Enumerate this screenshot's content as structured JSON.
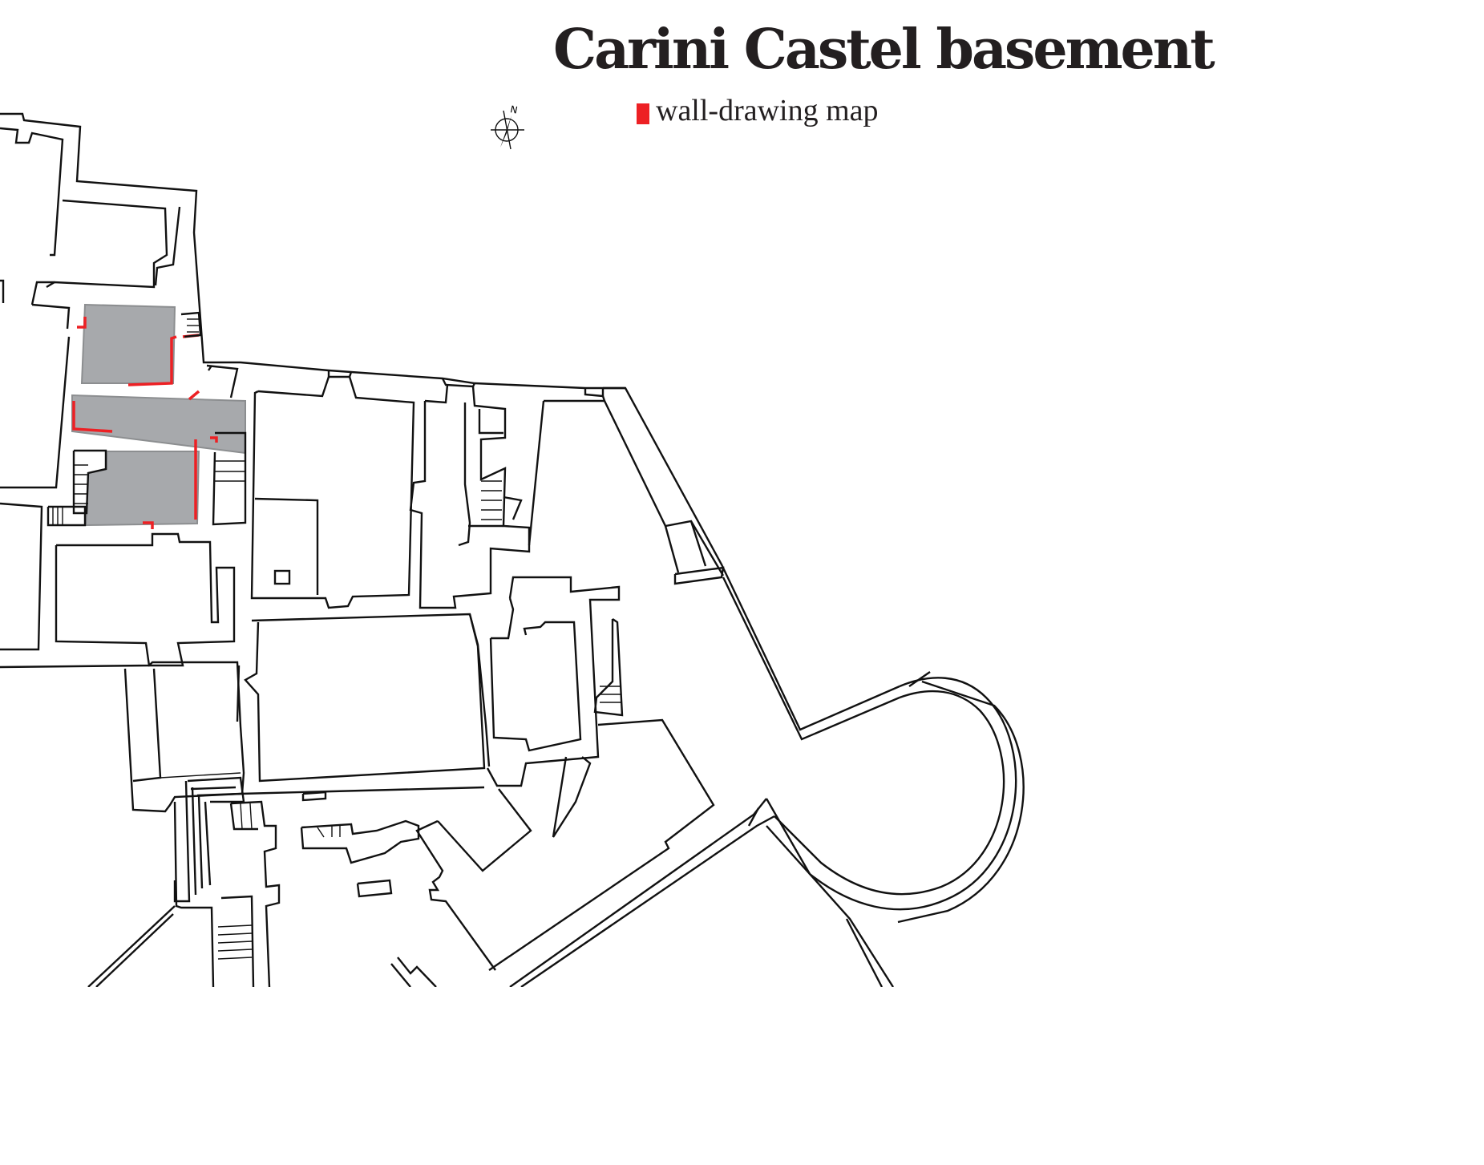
{
  "title": "Carini Castel basement",
  "legend": {
    "label": "wall-drawing map",
    "color": "#ed2024"
  },
  "compass": {
    "label": "N",
    "icon": "north-arrow-icon"
  },
  "highlight_color": "#a7a9ac"
}
